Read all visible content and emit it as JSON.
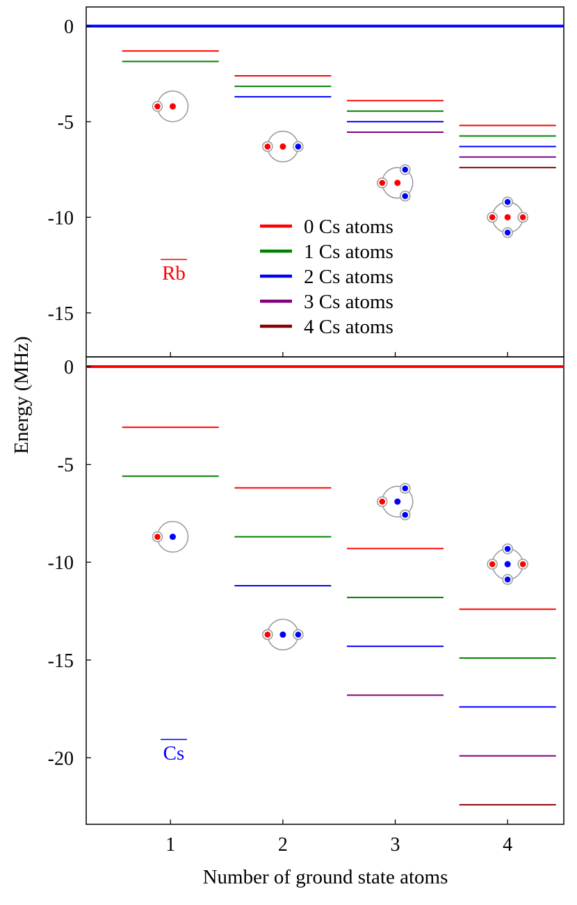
{
  "figure": {
    "xlabel": "Number of ground state atoms",
    "ylabel": "Energy (MHz)"
  },
  "legend": {
    "location": "upper panel, center-right",
    "entries": [
      {
        "label": "0 Cs atoms",
        "color": "#ff0000"
      },
      {
        "label": "1 Cs atoms",
        "color": "#008000"
      },
      {
        "label": "2 Cs atoms",
        "color": "#0000ff"
      },
      {
        "label": "3 Cs atoms",
        "color": "#800080"
      },
      {
        "label": "4 Cs atoms",
        "color": "#8b0000"
      }
    ]
  },
  "colors": {
    "rb": "#ff0000",
    "cs": "#0000ff",
    "ring": "#999999"
  },
  "chart_data": [
    {
      "type": "line",
      "panel": "top",
      "label": "Rb",
      "label_color": "#ff0000",
      "xlim": [
        0.25,
        4.5
      ],
      "ylim": [
        -17.3,
        1.0
      ],
      "xticks": [
        1,
        2,
        3,
        4
      ],
      "yticks": [
        0,
        -5,
        -10,
        -15
      ],
      "reference_line": {
        "y": 0,
        "color": "#0000ff"
      },
      "levels": [
        {
          "x": 1,
          "cs": 0,
          "energy": -1.3
        },
        {
          "x": 1,
          "cs": 1,
          "energy": -1.85
        },
        {
          "x": 2,
          "cs": 0,
          "energy": -2.6
        },
        {
          "x": 2,
          "cs": 1,
          "energy": -3.15
        },
        {
          "x": 2,
          "cs": 2,
          "energy": -3.7
        },
        {
          "x": 3,
          "cs": 0,
          "energy": -3.9
        },
        {
          "x": 3,
          "cs": 1,
          "energy": -4.45
        },
        {
          "x": 3,
          "cs": 2,
          "energy": -5.0
        },
        {
          "x": 3,
          "cs": 3,
          "energy": -5.55
        },
        {
          "x": 4,
          "cs": 0,
          "energy": -5.2
        },
        {
          "x": 4,
          "cs": 1,
          "energy": -5.75
        },
        {
          "x": 4,
          "cs": 2,
          "energy": -6.3
        },
        {
          "x": 4,
          "cs": 3,
          "energy": -6.85
        },
        {
          "x": 4,
          "cs": 4,
          "energy": -7.4
        }
      ],
      "insets": [
        {
          "n": 1,
          "center_color": "rb",
          "x": 1.02,
          "y": -4.2
        },
        {
          "n": 2,
          "center_color": "rb",
          "x": 2.0,
          "y": -6.3
        },
        {
          "n": 3,
          "center_color": "rb",
          "x": 3.02,
          "y": -8.2
        },
        {
          "n": 4,
          "center_color": "rb",
          "x": 4.0,
          "y": -10.0
        }
      ]
    },
    {
      "type": "line",
      "panel": "bottom",
      "label": "Cs",
      "label_color": "#0000ff",
      "xlim": [
        0.25,
        4.5
      ],
      "ylim": [
        -23.4,
        0.5
      ],
      "xticks": [
        1,
        2,
        3,
        4
      ],
      "yticks": [
        0,
        -5,
        -10,
        -15,
        -20
      ],
      "reference_line": {
        "y": 0,
        "color": "#ff0000"
      },
      "levels": [
        {
          "x": 1,
          "cs": 0,
          "energy": -3.1
        },
        {
          "x": 1,
          "cs": 1,
          "energy": -5.6
        },
        {
          "x": 2,
          "cs": 0,
          "energy": -6.2
        },
        {
          "x": 2,
          "cs": 1,
          "energy": -8.7
        },
        {
          "x": 2,
          "cs": 2,
          "energy": -11.2
        },
        {
          "x": 3,
          "cs": 0,
          "energy": -9.3
        },
        {
          "x": 3,
          "cs": 1,
          "energy": -11.8
        },
        {
          "x": 3,
          "cs": 2,
          "energy": -14.3
        },
        {
          "x": 3,
          "cs": 3,
          "energy": -16.8
        },
        {
          "x": 4,
          "cs": 0,
          "energy": -12.4
        },
        {
          "x": 4,
          "cs": 1,
          "energy": -14.9
        },
        {
          "x": 4,
          "cs": 2,
          "energy": -17.4
        },
        {
          "x": 4,
          "cs": 3,
          "energy": -19.9
        },
        {
          "x": 4,
          "cs": 4,
          "energy": -22.4
        }
      ],
      "insets": [
        {
          "n": 1,
          "center_color": "cs",
          "x": 1.02,
          "y": -8.7
        },
        {
          "n": 2,
          "center_color": "cs",
          "x": 2.0,
          "y": -13.7
        },
        {
          "n": 3,
          "center_color": "cs",
          "x": 3.02,
          "y": -6.9
        },
        {
          "n": 4,
          "center_color": "cs",
          "x": 4.0,
          "y": -10.1
        }
      ]
    }
  ]
}
